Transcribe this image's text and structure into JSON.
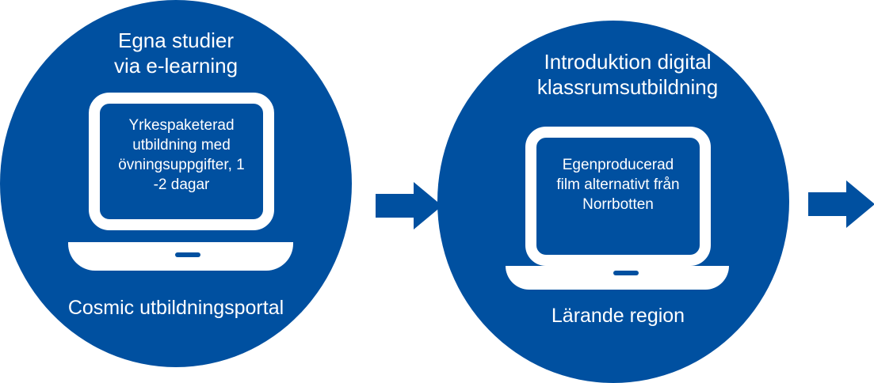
{
  "steps": [
    {
      "title_line1": "Egna studier",
      "title_line2": "via  e-learning",
      "screen_line1": "Yrkespaketerad",
      "screen_line2": "utbildning med",
      "screen_line3": "övningsuppgifter, 1",
      "screen_line4": "-2 dagar",
      "footer": "Cosmic utbildningsportal"
    },
    {
      "title_line1": "Introduktion digital",
      "title_line2": "klassrumsutbildning",
      "screen_line1": "Egenproducerad",
      "screen_line2": "film alternativt från",
      "screen_line3": "Norrbotten",
      "footer": "Lärande region"
    }
  ],
  "colors": {
    "circle_fill": "#0050a0",
    "laptop_fill": "#ffffff",
    "arrow_fill": "#0050a0"
  },
  "icons": [
    "laptop-icon",
    "arrow-right-icon"
  ]
}
